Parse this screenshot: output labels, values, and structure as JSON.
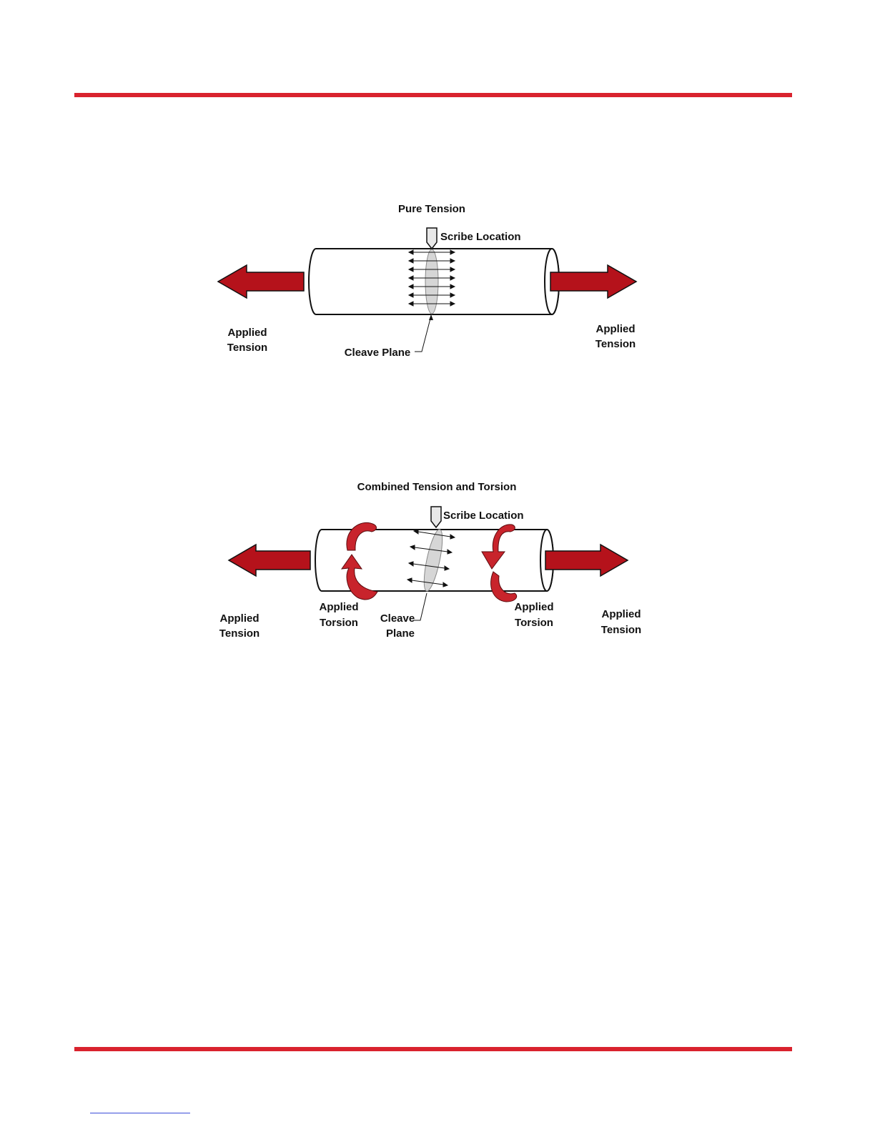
{
  "colors": {
    "rule": "#d9232e",
    "arrow": "#b5121b",
    "torsion": "#c8242c",
    "cleave": "#d6d6d6",
    "link": "#3b4bd8"
  },
  "diagram1": {
    "title": "Pure Tension",
    "scribe_label": "Scribe Location",
    "cleave_label": "Cleave Plane",
    "left_label": [
      "Applied",
      "Tension"
    ],
    "right_label": [
      "Applied",
      "Tension"
    ]
  },
  "diagram2": {
    "title": "Combined Tension and Torsion",
    "scribe_label": "Scribe Location",
    "cleave_label": [
      "Cleave",
      "Plane"
    ],
    "left_tension_label": [
      "Applied",
      "Tension"
    ],
    "left_torsion_label": [
      "Applied",
      "Torsion"
    ],
    "right_torsion_label": [
      "Applied",
      "Torsion"
    ],
    "right_tension_label": [
      "Applied",
      "Tension"
    ]
  }
}
